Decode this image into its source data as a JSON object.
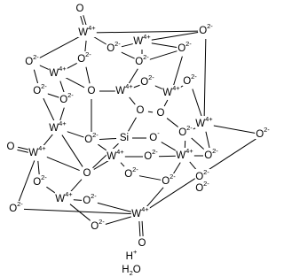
{
  "diagram": {
    "atom_labels": [
      {
        "element": "W",
        "charge": "4+"
      },
      {
        "element": "O",
        "charge": ""
      },
      {
        "element": "O",
        "charge": "2-"
      },
      {
        "element": "Si",
        "charge": ""
      },
      {
        "element": "O",
        "charge": "-"
      }
    ],
    "counterion": {
      "text": "H",
      "charge": "+"
    },
    "solvent": {
      "text": "H",
      "sub": "2",
      "rest": "O"
    }
  }
}
